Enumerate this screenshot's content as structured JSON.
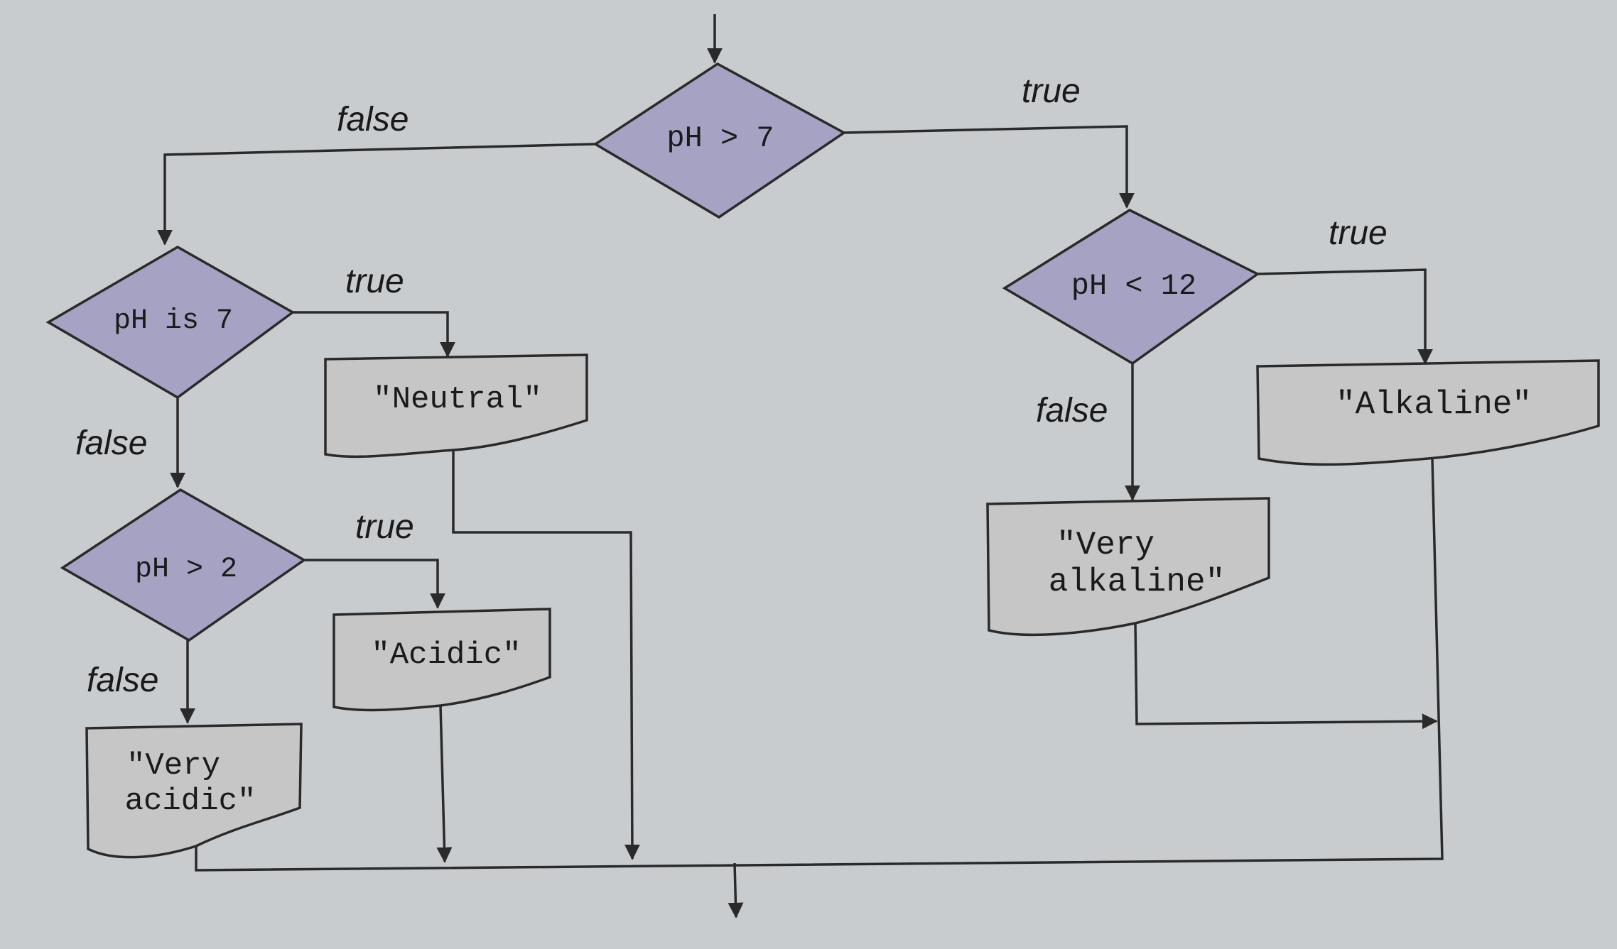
{
  "diagram": {
    "decisions": {
      "d_ph_gt_7": "pH > 7",
      "d_ph_is_7": "pH is 7",
      "d_ph_gt_2": "pH > 2",
      "d_ph_lt_12": "pH < 12"
    },
    "outputs": {
      "o_neutral": [
        "\"Neutral\""
      ],
      "o_acidic": [
        "\"Acidic\""
      ],
      "o_very_acidic": [
        "\"Very",
        "acidic\""
      ],
      "o_alkaline": [
        "\"Alkaline\""
      ],
      "o_very_alkaline": [
        "\"Very",
        "alkaline\""
      ]
    },
    "branch_labels": {
      "top_false": "false",
      "top_true": "true",
      "is7_true": "true",
      "is7_false": "false",
      "gt2_true": "true",
      "gt2_false": "false",
      "lt12_true": "true",
      "lt12_false": "false"
    }
  },
  "colors": {
    "background": "#c9cccf",
    "decision_fill": "#a6a2c3",
    "output_fill": "#c6c6c6",
    "stroke": "#2a2a2a"
  }
}
